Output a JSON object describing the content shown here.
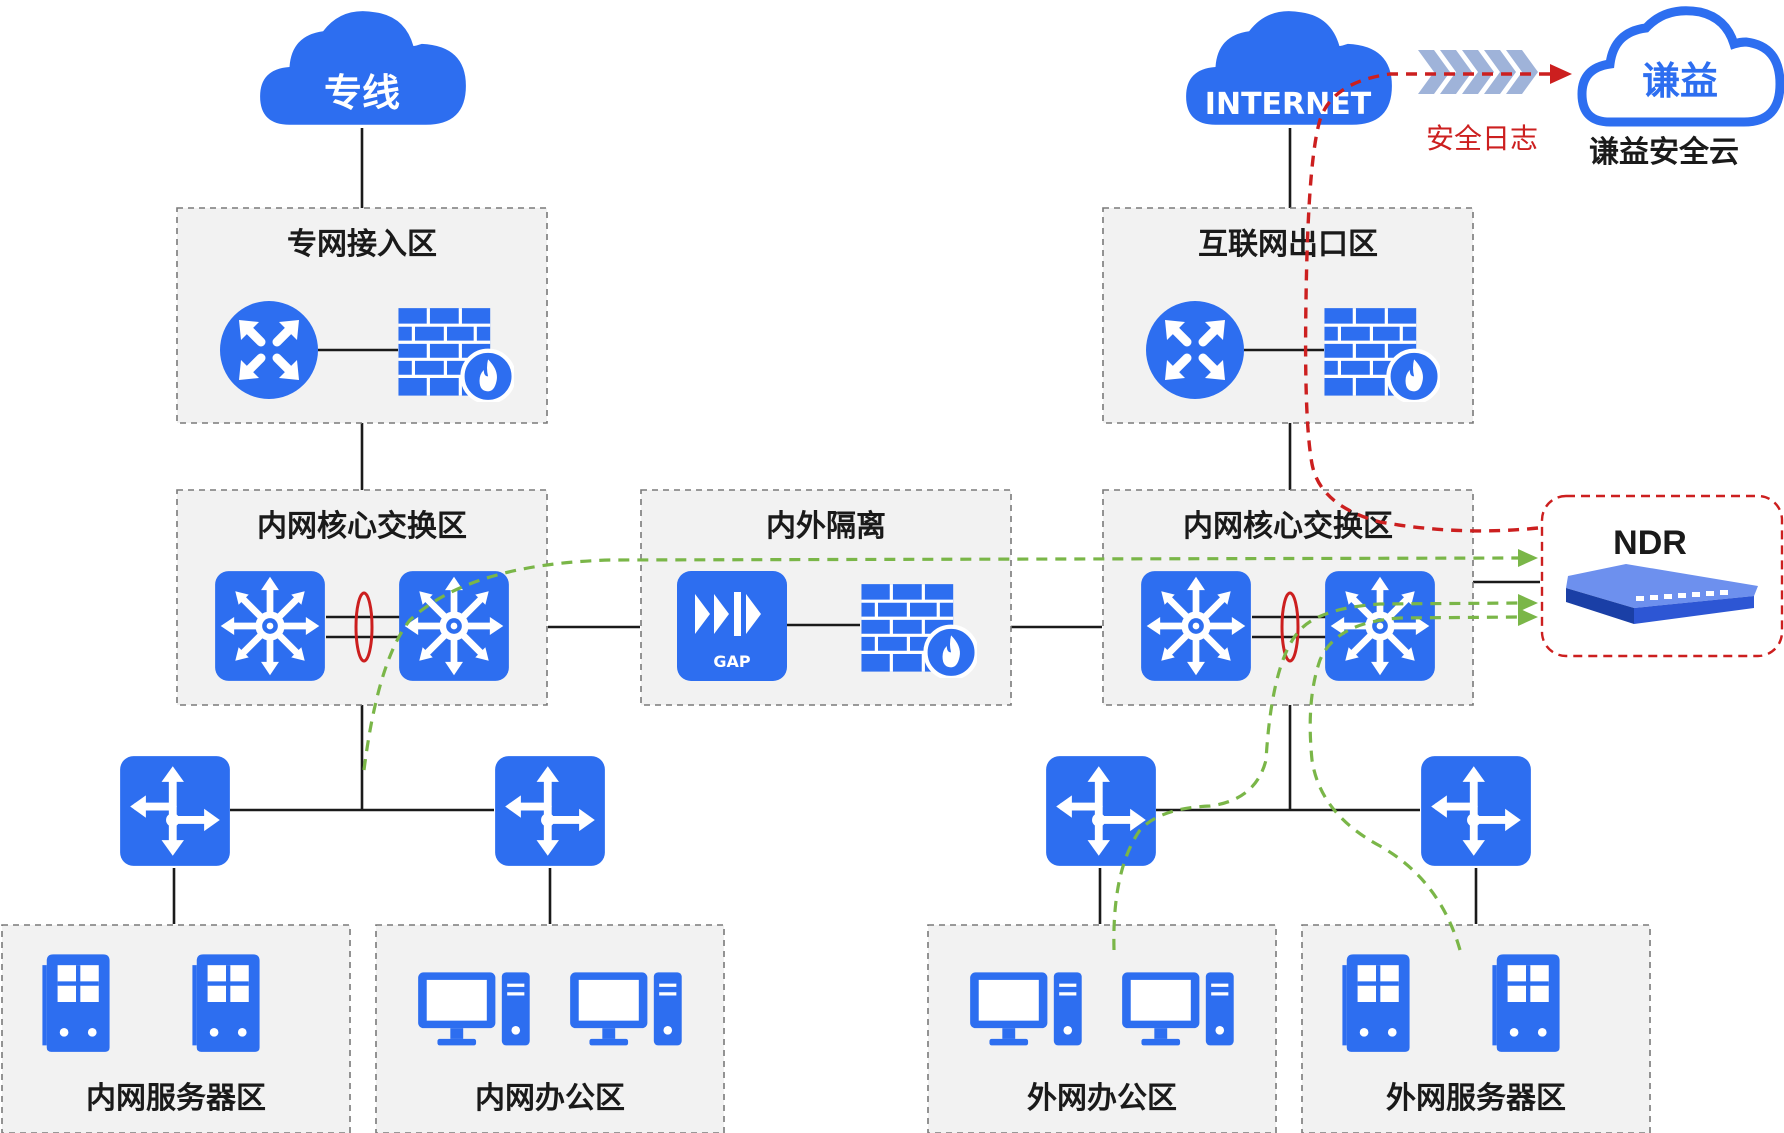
{
  "clouds": {
    "private_line": "专线",
    "internet": "INTERNET",
    "security_cloud_logo": "谦益",
    "security_cloud_name": "谦益安全云"
  },
  "zones": {
    "private_access": "专网接入区",
    "internet_exit": "互联网出口区",
    "core_left": "内网核心交换区",
    "isolation": "内外隔离",
    "core_right": "内网核心交换区",
    "intranet_servers": "内网服务器区",
    "intranet_office": "内网办公区",
    "extranet_office": "外网办公区",
    "extranet_servers": "外网服务器区"
  },
  "devices": {
    "gap_label": "GAP",
    "ndr_label": "NDR"
  },
  "annotations": {
    "security_log": "安全日志"
  },
  "colors": {
    "device_blue": "#2d6ef0",
    "flow_green": "#7ab648",
    "log_red": "#cc1f1f",
    "zone_fill": "#f2f2f2"
  }
}
